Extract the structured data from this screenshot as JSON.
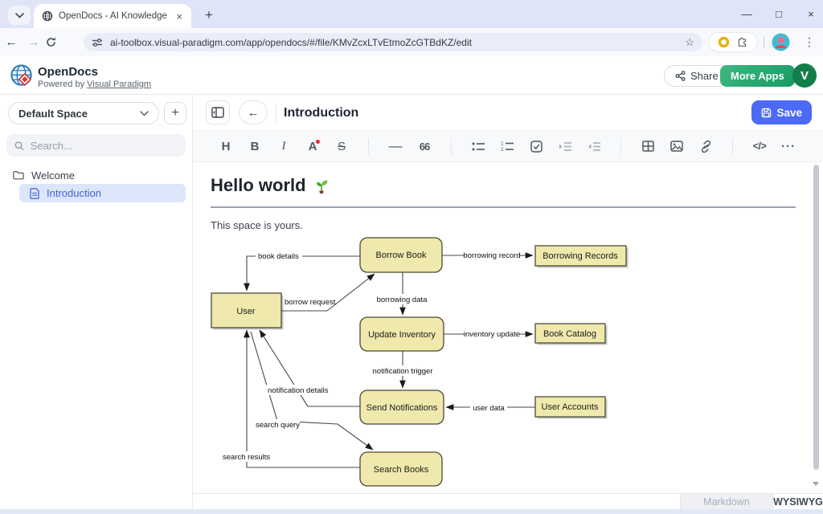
{
  "browser": {
    "tab_title": "OpenDocs - AI Knowledge Base",
    "url": "ai-toolbox.visual-paradigm.com/app/opendocs/#/file/KMvZcxLTvEtmoZcGTBdKZ/edit"
  },
  "icons": {
    "close": "×",
    "plus": "+",
    "back_arrow": "←",
    "forward_arrow": "→",
    "star": "☆",
    "kebab": "⋮",
    "minimize": "—",
    "maximize": "□",
    "heading": "H",
    "bold": "B",
    "italic": "I",
    "font_color": "A",
    "strikethrough": "S",
    "horizontal_rule": "—",
    "blockquote": "66",
    "code": "</>",
    "more": "···"
  },
  "header": {
    "app_name": "OpenDocs",
    "powered_by": "Powered by",
    "powered_by_link": "Visual Paradigm",
    "share_label": "Share",
    "more_apps_label": "More Apps",
    "avatar_initial": "V",
    "accent_green": "#169a62"
  },
  "sidebar": {
    "space_selector_label": "Default Space",
    "search_placeholder": "Search...",
    "tree": [
      {
        "label": "Welcome",
        "type": "folder"
      },
      {
        "label": "Introduction",
        "type": "document",
        "selected": true
      }
    ]
  },
  "editor": {
    "doc_title": "Introduction",
    "save_label": "Save",
    "heading": "Hello world",
    "heading_emoji": "🌱",
    "paragraph": "This space is yours.",
    "footer": {
      "markdown_label": "Markdown",
      "wysiwyg_label": "WYSIWYG"
    }
  },
  "diagram": {
    "type": "data-flow-diagram",
    "node_fill": "#efe9ad",
    "node_border": "#4a4a33",
    "nodes": [
      {
        "id": "user",
        "label": "User",
        "type": "external-entity"
      },
      {
        "id": "borrow-book",
        "label": "Borrow Book",
        "type": "process"
      },
      {
        "id": "borrowing-records",
        "label": "Borrowing Records",
        "type": "data-store"
      },
      {
        "id": "update-inventory",
        "label": "Update Inventory",
        "type": "process"
      },
      {
        "id": "book-catalog",
        "label": "Book Catalog",
        "type": "data-store"
      },
      {
        "id": "send-notifications",
        "label": "Send Notifications",
        "type": "process"
      },
      {
        "id": "user-accounts",
        "label": "User Accounts",
        "type": "data-store"
      },
      {
        "id": "search-books",
        "label": "Search Books",
        "type": "process"
      }
    ],
    "edges": [
      {
        "label": "book details",
        "from": "Borrow Book",
        "to": "User"
      },
      {
        "label": "borrowing record",
        "from": "Borrow Book",
        "to": "Borrowing Records"
      },
      {
        "label": "borrow request",
        "from": "User",
        "to": "Borrow Book"
      },
      {
        "label": "borrowing data",
        "from": "Borrow Book",
        "to": "Update Inventory"
      },
      {
        "label": "inventory update",
        "from": "Update Inventory",
        "to": "Book Catalog"
      },
      {
        "label": "notification trigger",
        "from": "Update Inventory",
        "to": "Send Notifications"
      },
      {
        "label": "user data",
        "from": "User Accounts",
        "to": "Send Notifications"
      },
      {
        "label": "notification details",
        "from": "Send Notifications",
        "to": "User"
      },
      {
        "label": "search query",
        "from": "User",
        "to": "Search Books"
      },
      {
        "label": "search results",
        "from": "Search Books",
        "to": "User"
      }
    ]
  }
}
